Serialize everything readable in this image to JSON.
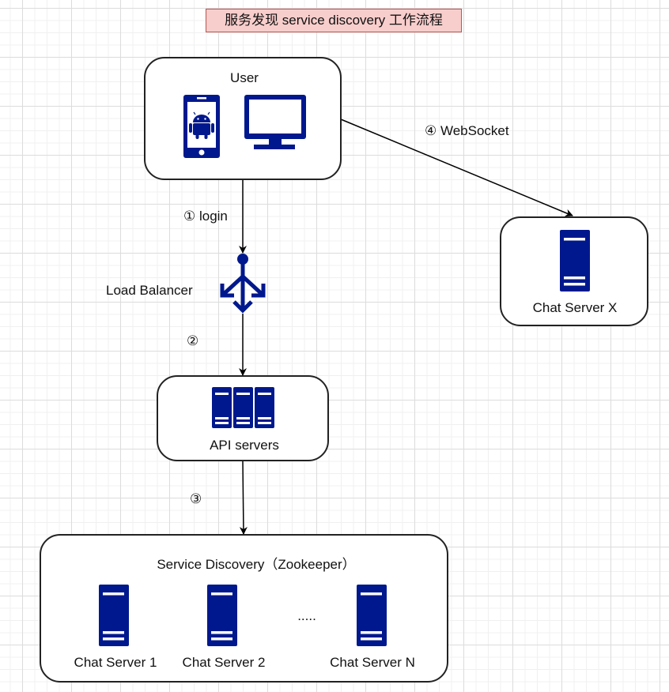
{
  "title": "服务发现 service discovery 工作流程",
  "colors": {
    "icon": "#00188d",
    "title_fill": "#f8cecc",
    "title_border": "#b85450",
    "edge": "#000000"
  },
  "nodes": {
    "user": {
      "label": "User",
      "icons": [
        "android-phone-icon",
        "desktop-monitor-icon"
      ]
    },
    "load_balancer": {
      "label": "Load Balancer",
      "icon": "load-balancer-icon"
    },
    "api_servers": {
      "label": "API servers",
      "icon": "server-rack-icon"
    },
    "chat_server_x": {
      "label": "Chat Server X",
      "icon": "server-icon"
    },
    "service_discovery": {
      "label": "Service Discovery（Zookeeper）",
      "servers": [
        {
          "label": "Chat Server 1"
        },
        {
          "label": "Chat Server 2"
        },
        {
          "label": "Chat Server N"
        }
      ],
      "ellipsis": "....."
    }
  },
  "edges": [
    {
      "from": "user",
      "to": "load_balancer",
      "label": "① login"
    },
    {
      "from": "load_balancer",
      "to": "api_servers",
      "label": "②"
    },
    {
      "from": "api_servers",
      "to": "service_discovery",
      "label": "③"
    },
    {
      "from": "user",
      "to": "chat_server_x",
      "label": "④ WebSocket"
    }
  ]
}
